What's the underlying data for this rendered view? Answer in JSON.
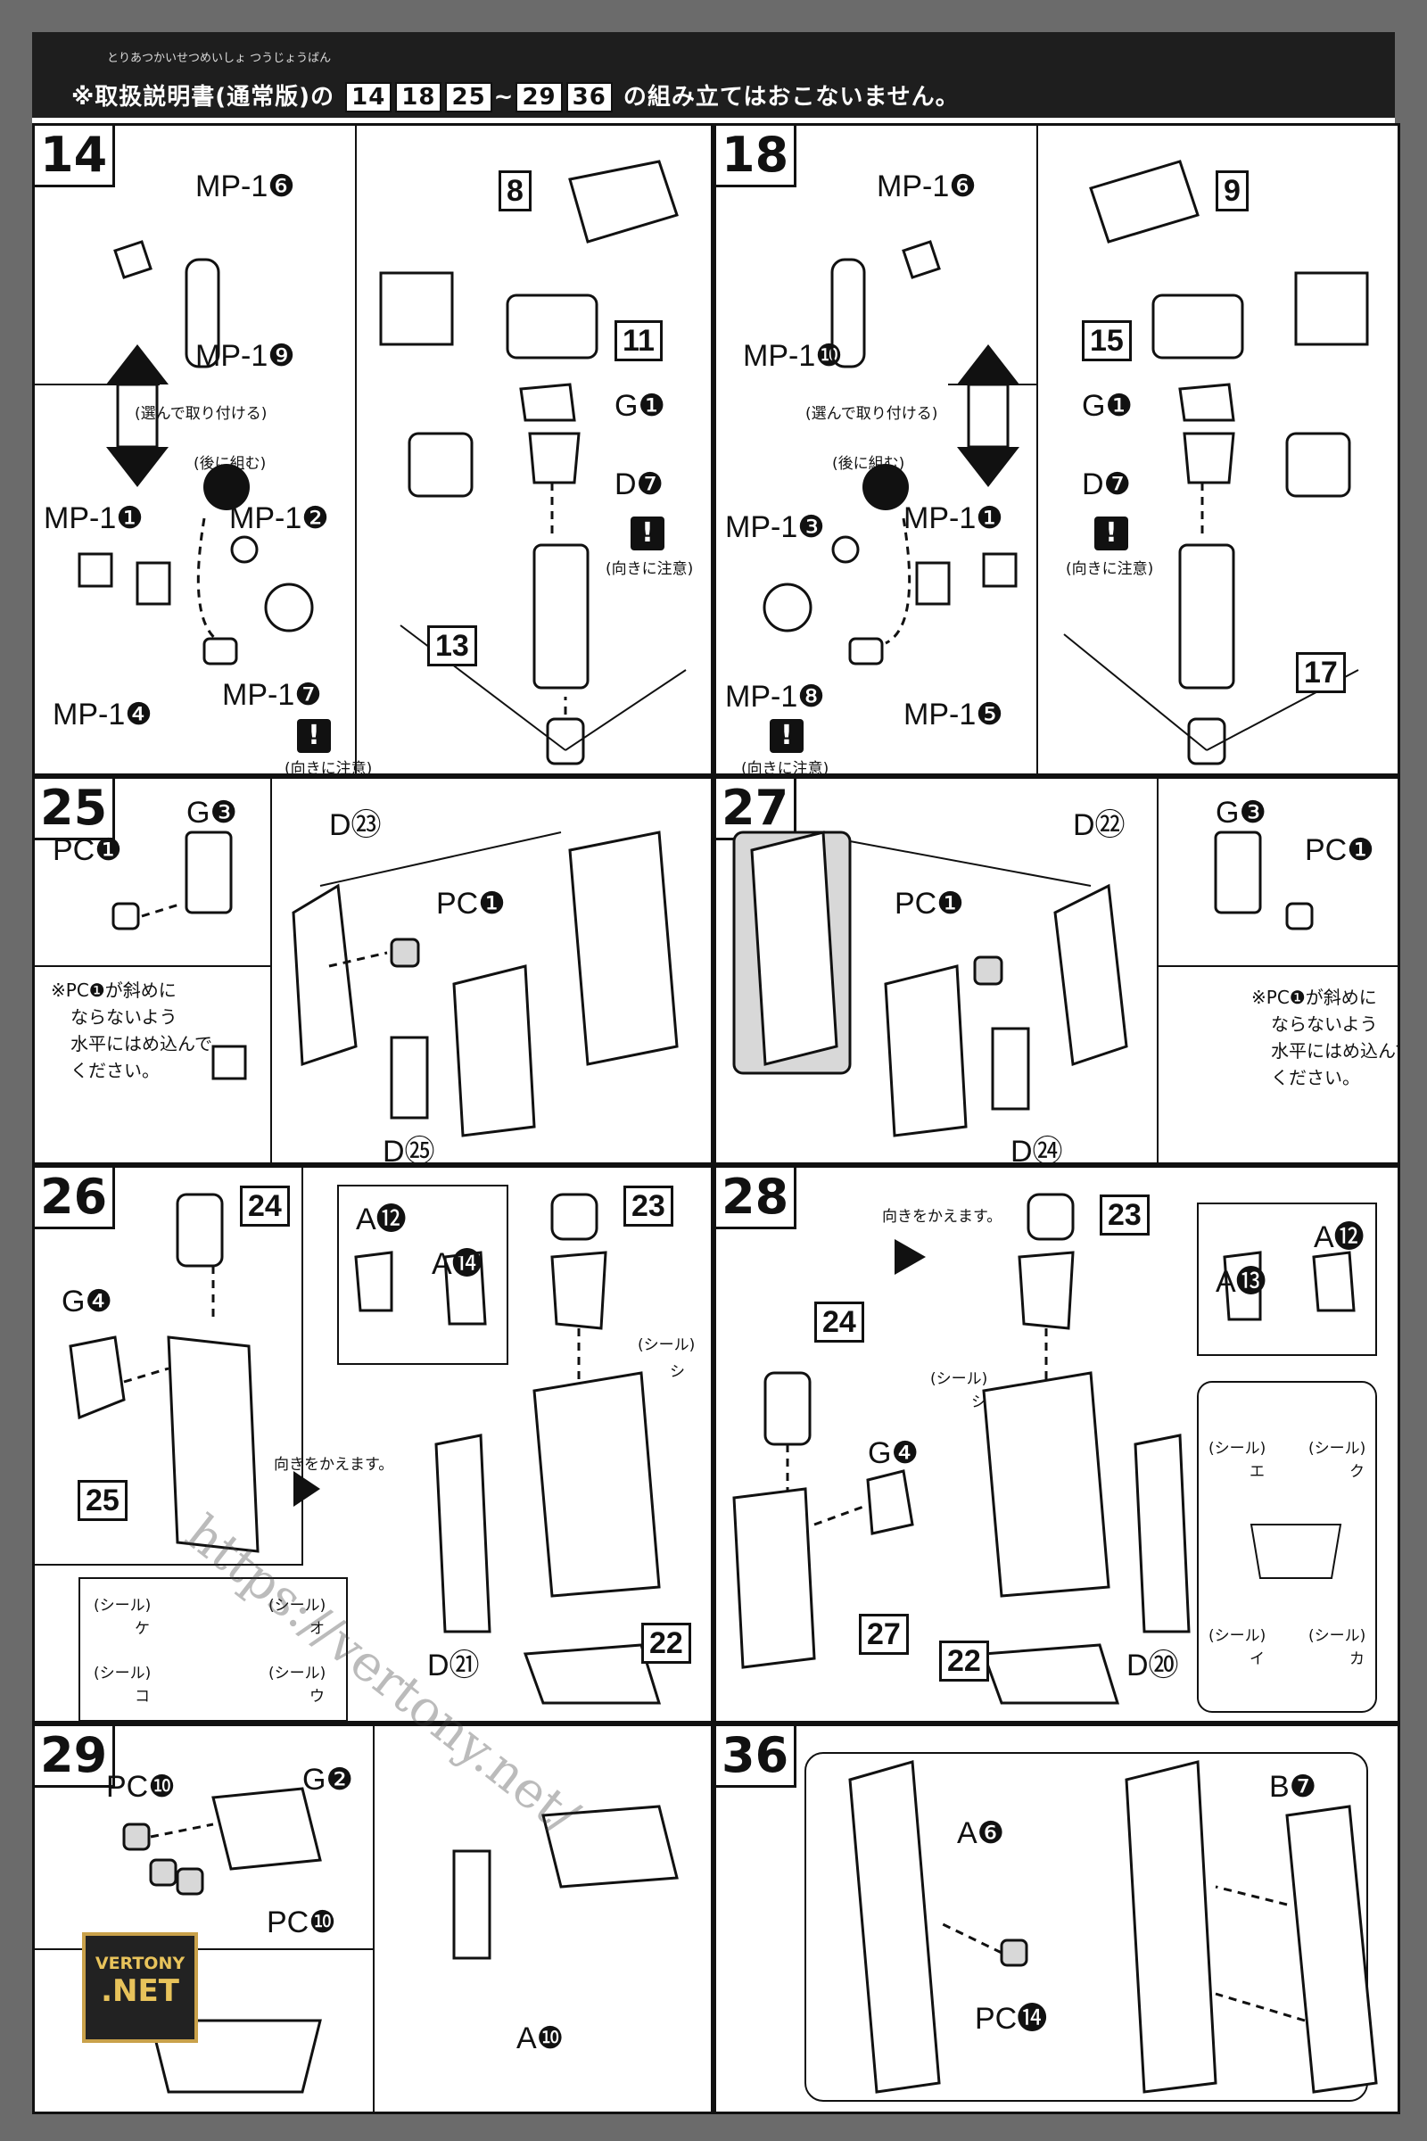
{
  "banner": {
    "furigana": "とりあつかいせつめいしょ つうじょうばん",
    "prefix": "※取扱説明書(通常版)の",
    "steps": [
      "14",
      "18",
      "25",
      "~",
      "29",
      "36"
    ],
    "suffix": "の組み立てはおこないません。"
  },
  "step14": {
    "number": "14",
    "labels": {
      "mp16": "MP-1❻",
      "mp19": "MP-1❾",
      "mp11": "MP-1❶",
      "mp12": "MP-1❷",
      "mp14": "MP-1❹",
      "mp17": "MP-1❼",
      "g1": "G❶",
      "d7": "D❼"
    },
    "boxes": {
      "b8": "8",
      "b11": "11",
      "b13": "13"
    },
    "choose_text": "(選んで取り付ける)",
    "after_text": "(後に組む)",
    "caution_text": "(向きに注意)"
  },
  "step18": {
    "number": "18",
    "labels": {
      "mp16": "MP-1❻",
      "mp110": "MP-1❿",
      "mp13": "MP-1❸",
      "mp11": "MP-1❶",
      "mp18": "MP-1❽",
      "mp15": "MP-1❺",
      "g1": "G❶",
      "d7": "D❼"
    },
    "boxes": {
      "b9": "9",
      "b15": "15",
      "b17": "17"
    },
    "choose_text": "(選んで取り付ける)",
    "after_text": "(後に組む)",
    "caution_text": "(向きに注意)"
  },
  "step25": {
    "number": "25",
    "labels": {
      "g3": "G❸",
      "pc1": "PC❶",
      "d23": "D㉓",
      "pc1b": "PC❶",
      "d25": "D㉕"
    },
    "note": [
      "※PC❶が斜めに",
      "ならないよう",
      "水平にはめ込んで",
      "ください。"
    ]
  },
  "step27": {
    "number": "27",
    "labels": {
      "d22": "D㉒",
      "g3": "G❸",
      "pc1": "PC❶",
      "pc1b": "PC❶",
      "d24": "D㉔"
    },
    "note": [
      "※PC❶が斜めに",
      "ならないよう",
      "水平にはめ込んで",
      "ください。"
    ]
  },
  "step26": {
    "number": "26",
    "labels": {
      "g4": "G❹",
      "a12": "A⓬",
      "a14": "A⓮",
      "d21": "D㉑"
    },
    "boxes": {
      "b24": "24",
      "b25": "25",
      "b23": "23",
      "b22": "22"
    },
    "turn_text": "向きをかえます。",
    "seals": [
      "(シール)",
      "ケ",
      "(シール)",
      "オ",
      "(シール)",
      "コ",
      "(シール)",
      "ウ",
      "(シール)",
      "シ"
    ]
  },
  "step28": {
    "number": "28",
    "labels": {
      "g4": "G❹",
      "a13": "A⓭",
      "a12": "A⓬",
      "d20": "D⑳"
    },
    "boxes": {
      "b24": "24",
      "b23": "23",
      "b27": "27",
      "b22": "22"
    },
    "turn_text": "向きをかえます。",
    "seals": [
      "(シール)",
      "シ",
      "(シール)",
      "エ",
      "(シール)",
      "ク",
      "(シール)",
      "イ",
      "(シール)",
      "カ"
    ]
  },
  "step29": {
    "number": "29",
    "labels": {
      "pc10": "PC❿",
      "g2": "G❷",
      "pc10b": "PC❿",
      "a10": "A❿"
    }
  },
  "step36": {
    "number": "36",
    "labels": {
      "a6": "A❻",
      "b7": "B❼",
      "pc14": "PC⓮"
    }
  },
  "watermark": "https://vertony.net/",
  "logo": {
    "line1": "VERTONY",
    ".net": "",
    "line2": ".NET"
  }
}
